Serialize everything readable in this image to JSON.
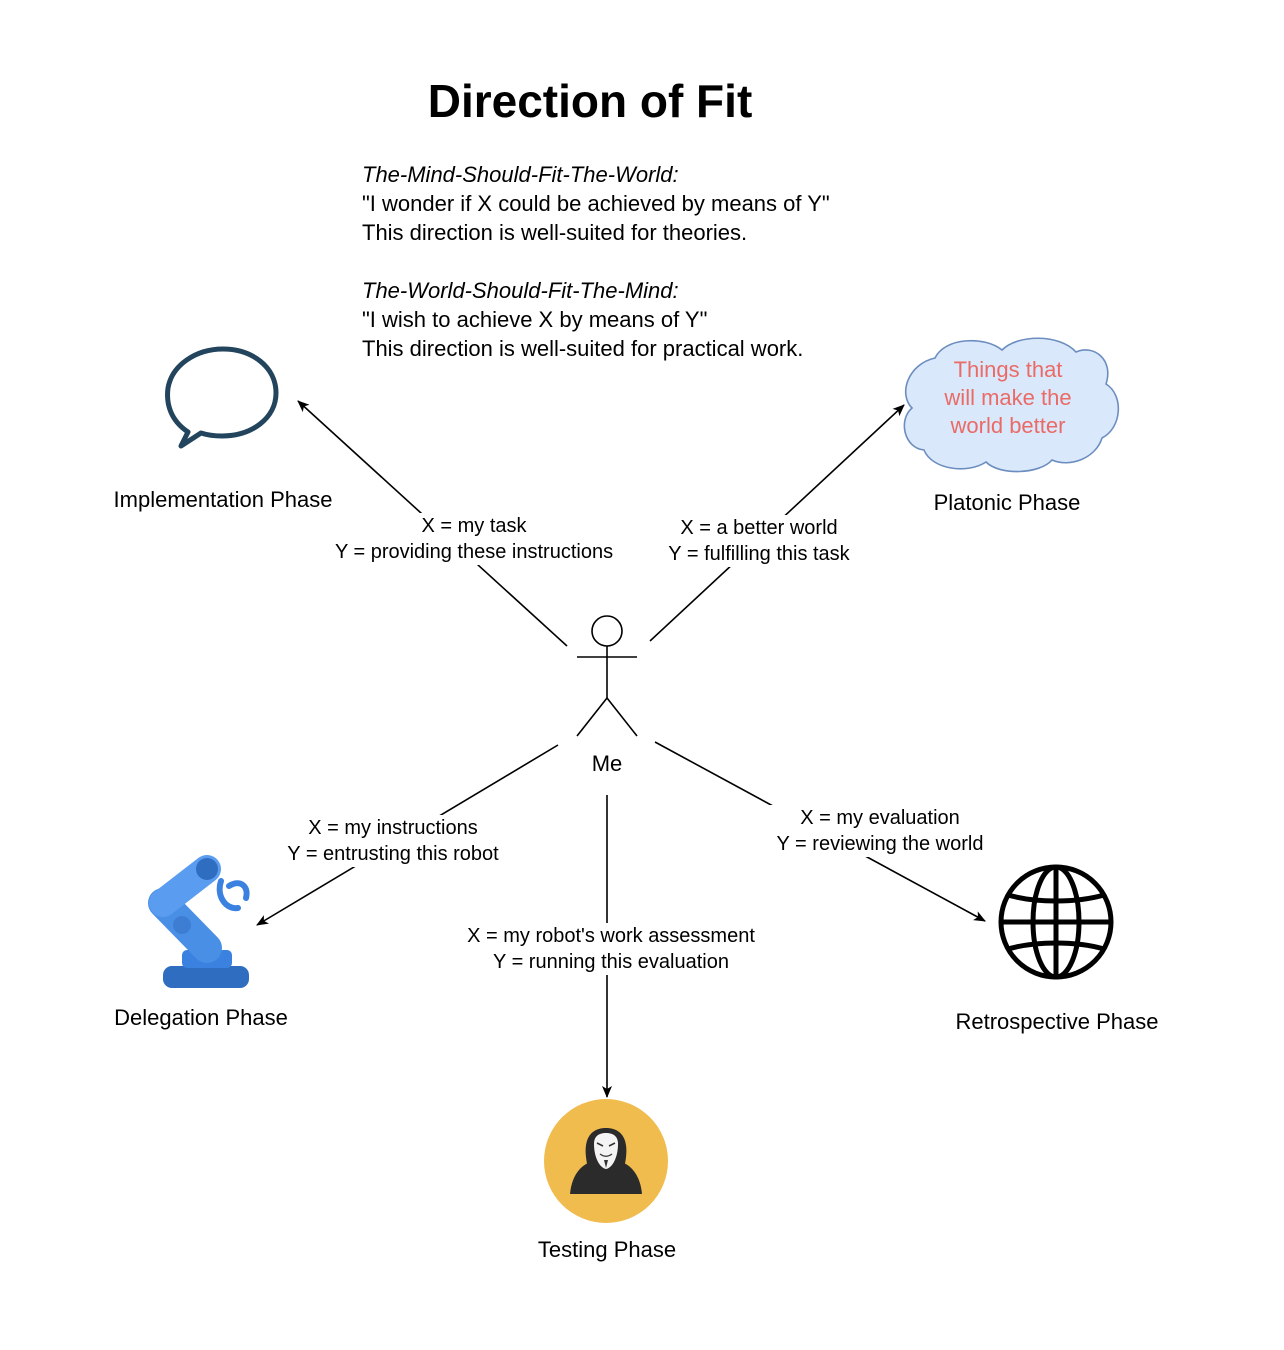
{
  "title": "Direction of Fit",
  "intro": {
    "mind_world": {
      "heading": "The-Mind-Should-Fit-The-World:",
      "line1": "\"I wonder if X could be achieved by means of Y\"",
      "line2": "This direction is well-suited for theories."
    },
    "world_mind": {
      "heading": "The-World-Should-Fit-The-Mind:",
      "line1": "\"I wish to achieve X by means of Y\"",
      "line2": "This direction is well-suited for practical work."
    }
  },
  "center": {
    "label": "Me"
  },
  "cloud": {
    "line1": "Things that",
    "line2": "will make the",
    "line3": "world better",
    "fill": "#dae8fc",
    "stroke": "#6c8ebf",
    "text_color": "#ea6b66"
  },
  "phases": {
    "implementation": {
      "label": "Implementation Phase",
      "icon": "speech-bubble-icon"
    },
    "platonic": {
      "label": "Platonic Phase",
      "icon": "cloud-icon"
    },
    "delegation": {
      "label": "Delegation Phase",
      "icon": "robot-arm-icon"
    },
    "testing": {
      "label": "Testing Phase",
      "icon": "hacker-mask-icon"
    },
    "retrospective": {
      "label": "Retrospective Phase",
      "icon": "globe-icon"
    }
  },
  "edges": {
    "implementation": {
      "x": "X = my task",
      "y": "Y = providing these instructions"
    },
    "platonic": {
      "x": "X = a better world",
      "y": "Y = fulfilling this task"
    },
    "delegation": {
      "x": "X = my instructions",
      "y": "Y = entrusting this robot"
    },
    "testing": {
      "x": "X = my robot's work assessment",
      "y": "Y = running this evaluation"
    },
    "retrospective": {
      "x": "X = my evaluation",
      "y": "Y = reviewing the world"
    }
  },
  "colors": {
    "speech_bubble": "#23445d",
    "robot_blue": "#3b82e0",
    "testing_circle": "#f0bc4e"
  }
}
